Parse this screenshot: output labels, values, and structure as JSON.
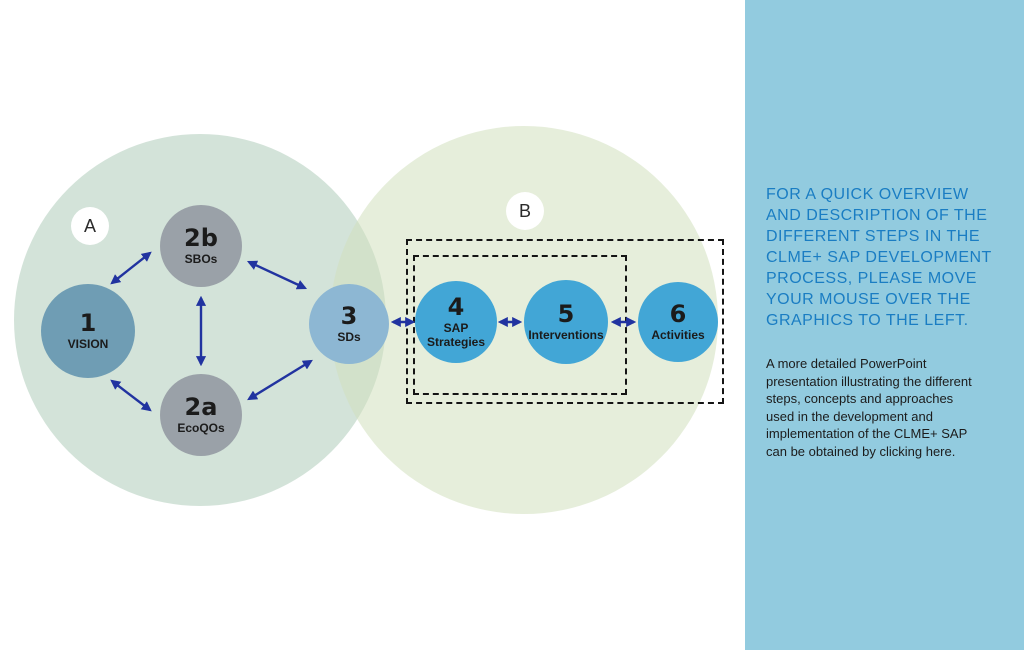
{
  "sidebar": {
    "background_color": "#92cbdf",
    "heading": "FOR A QUICK OVERVIEW AND DESCRIPTION OF THE DIFFERENT STEPS IN THE CLME+ SAP DEVELOPMENT PROCESS, PLEASE MOVE YOUR MOUSE OVER THE GRAPHICS TO THE LEFT.",
    "heading_color": "#1a7dc3",
    "body_text_before_link": "A more detailed PowerPoint presentation illustrating the different steps, concepts and approaches used in the development and implementation of the CLME+ SAP can be obtained by ",
    "link_text": "clicking here",
    "body_text_after_link": ".",
    "body_color": "#1c1c1c"
  },
  "diagram": {
    "arrow_color": "#2133a0",
    "group_a": {
      "label": "A",
      "fill_color": "#d5e5da"
    },
    "group_b": {
      "label": "B",
      "fill_color": "#e5efd9"
    },
    "overlap_color": "#d7e3cf",
    "nodes": {
      "n1": {
        "number": "1",
        "label": "VISION",
        "color": "#6f9db4"
      },
      "n2b": {
        "number": "2b",
        "label": "SBOs",
        "color": "#9aa1a8"
      },
      "n2a": {
        "number": "2a",
        "label": "EcoQOs",
        "color": "#9aa1a8"
      },
      "n3": {
        "number": "3",
        "label": "SDs",
        "color": "#8db7d3"
      },
      "n4": {
        "number": "4",
        "label": "SAP Strategies",
        "color": "#42a6d6"
      },
      "n5": {
        "number": "5",
        "label": "Interventions",
        "color": "#42a6d6"
      },
      "n6": {
        "number": "6",
        "label": "Activities",
        "color": "#42a6d6"
      }
    },
    "connections": [
      "1-2b",
      "1-2a",
      "2b-2a",
      "2b-3",
      "2a-3",
      "3-4",
      "4-5",
      "5-6"
    ]
  }
}
